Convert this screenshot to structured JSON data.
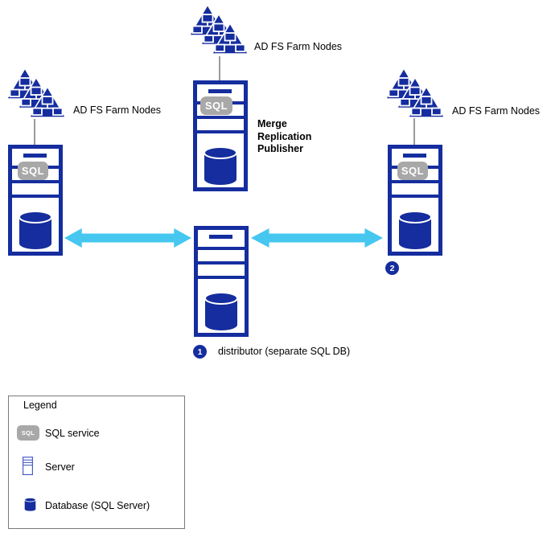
{
  "colors": {
    "navy": "#152D9E",
    "cyan": "#45C7F0",
    "badge_gray": "#A8A8A8",
    "connector_gray": "#9B9B9B",
    "legend_border": "#7A7A7A",
    "legend_server_blue": "#4A5EC8",
    "text": "#000000"
  },
  "nodes": {
    "farm_top": {
      "label": "AD FS Farm Nodes"
    },
    "farm_left": {
      "label": "AD FS Farm Nodes"
    },
    "farm_right": {
      "label": "AD FS Farm Nodes"
    },
    "publisher": {
      "label": "Merge\nReplication\nPublisher",
      "sql_badge": "SQL"
    },
    "left_server": {
      "sql_badge": "SQL"
    },
    "right_server": {
      "sql_badge": "SQL",
      "badge": "2"
    },
    "distributor": {
      "badge": "1",
      "caption": "distributor (separate SQL DB)"
    }
  },
  "legend": {
    "title": "Legend",
    "items": [
      {
        "icon": "sql-service-badge",
        "badge_text": "SQL",
        "label": "SQL service"
      },
      {
        "icon": "server-icon",
        "label": "Server"
      },
      {
        "icon": "database-icon",
        "label": "Database (SQL Server)"
      }
    ]
  }
}
